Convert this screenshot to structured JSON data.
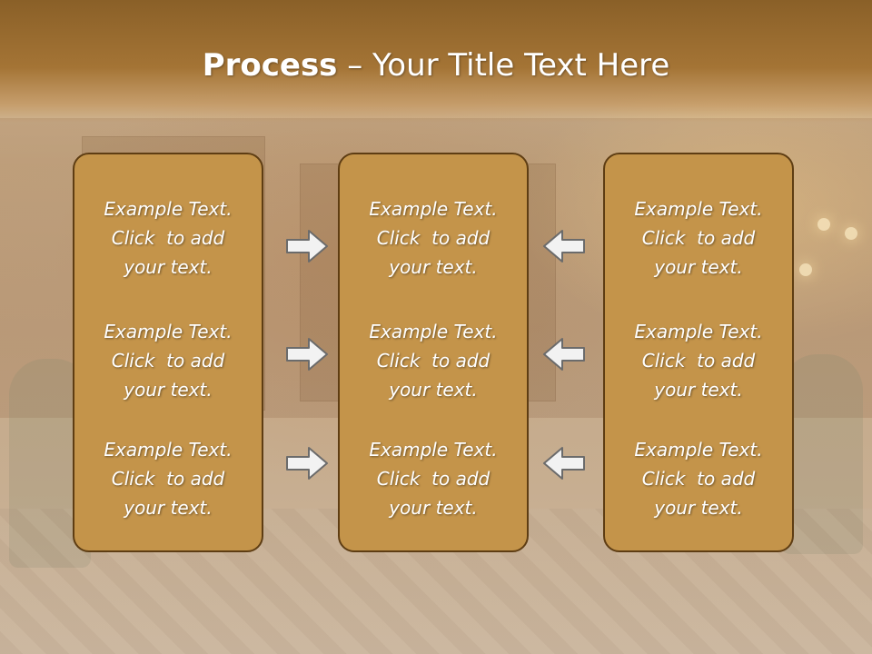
{
  "title": {
    "bold": "Process",
    "rest": " – Your Title Text Here"
  },
  "columns": [
    {
      "items": [
        {
          "line1": "Example Text.",
          "line2": "Click  to add",
          "line3": "your text."
        },
        {
          "line1": "Example Text.",
          "line2": "Click  to add",
          "line3": "your text."
        },
        {
          "line1": "Example Text.",
          "line2": "Click  to add",
          "line3": "your text."
        }
      ]
    },
    {
      "items": [
        {
          "line1": "Example Text.",
          "line2": "Click  to add",
          "line3": "your text."
        },
        {
          "line1": "Example Text.",
          "line2": "Click  to add",
          "line3": "your text."
        },
        {
          "line1": "Example Text.",
          "line2": "Click  to add",
          "line3": "your text."
        }
      ]
    },
    {
      "items": [
        {
          "line1": "Example Text.",
          "line2": "Click  to add",
          "line3": "your text."
        },
        {
          "line1": "Example Text.",
          "line2": "Click  to add",
          "line3": "your text."
        },
        {
          "line1": "Example Text.",
          "line2": "Click  to add",
          "line3": "your text."
        }
      ]
    }
  ],
  "arrows": {
    "left_to_center": "right-arrow-icon",
    "right_to_center": "left-arrow-icon"
  },
  "colors": {
    "title_bar": "#a47435",
    "box_fill": "#c4944a",
    "box_border": "#5e3d13",
    "arrow_fill": "#f2f2f2",
    "arrow_stroke": "#6b6b6b"
  }
}
